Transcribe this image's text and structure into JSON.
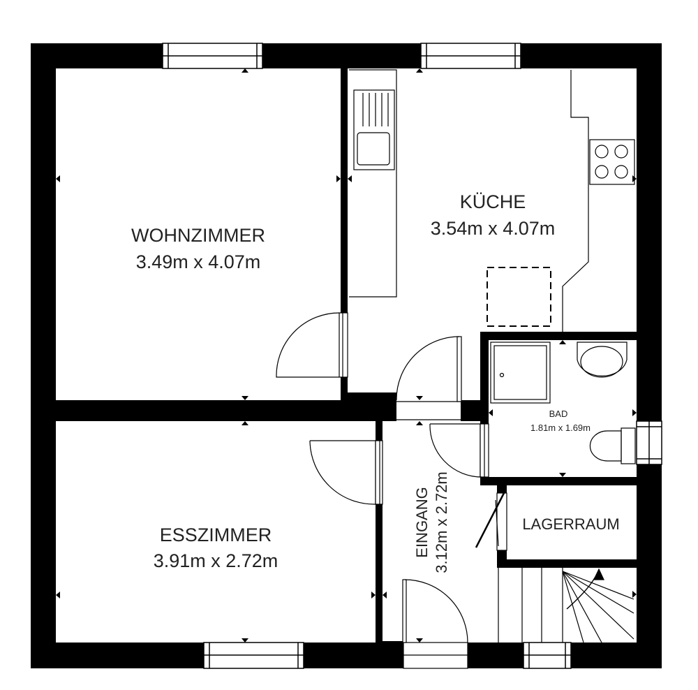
{
  "rooms": {
    "wohnzimmer": {
      "name": "WOHNZIMMER",
      "size": "3.49m x 4.07m"
    },
    "kueche": {
      "name": "KÜCHE",
      "size": "3.54m x 4.07m"
    },
    "esszimmer": {
      "name": "ESSZIMMER",
      "size": "3.91m x 2.72m"
    },
    "bad": {
      "name": "BAD",
      "size": "1.81m x 1.69m"
    },
    "eingang": {
      "name": "EINGANG",
      "size": "3.12m x 2.72m"
    },
    "lagerraum": {
      "name": "LAGERRAUM"
    }
  }
}
